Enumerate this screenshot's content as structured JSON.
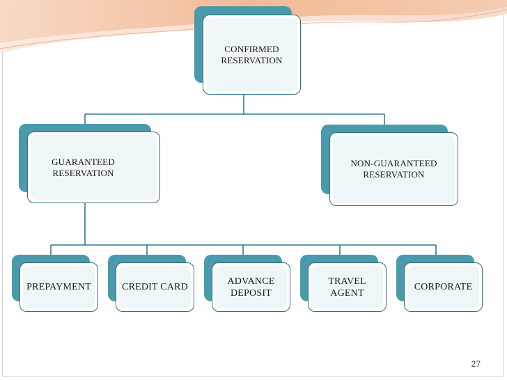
{
  "diagram": {
    "root": {
      "line1": "CONFIRMED",
      "line2": "RESERVATION"
    },
    "level1": [
      {
        "line1": "GUARANTEED",
        "line2": "RESERVATION"
      },
      {
        "line1": "NON-GUARANTEED",
        "line2": "RESERVATION"
      }
    ],
    "level2": [
      {
        "line1": "PREPAYMENT",
        "line2": ""
      },
      {
        "line1": "CREDIT CARD",
        "line2": ""
      },
      {
        "line1": "ADVANCE",
        "line2": "DEPOSIT"
      },
      {
        "line1": "TRAVEL",
        "line2": "AGENT"
      },
      {
        "line1": "CORPORATE",
        "line2": ""
      }
    ]
  },
  "page_number": "27",
  "colors": {
    "node_shadow": "#4a9aac",
    "node_border": "#2f6f80",
    "node_fill": "#eef6fa",
    "connector": "#2e7d8f",
    "swoosh_orange": "#f0b48c"
  }
}
